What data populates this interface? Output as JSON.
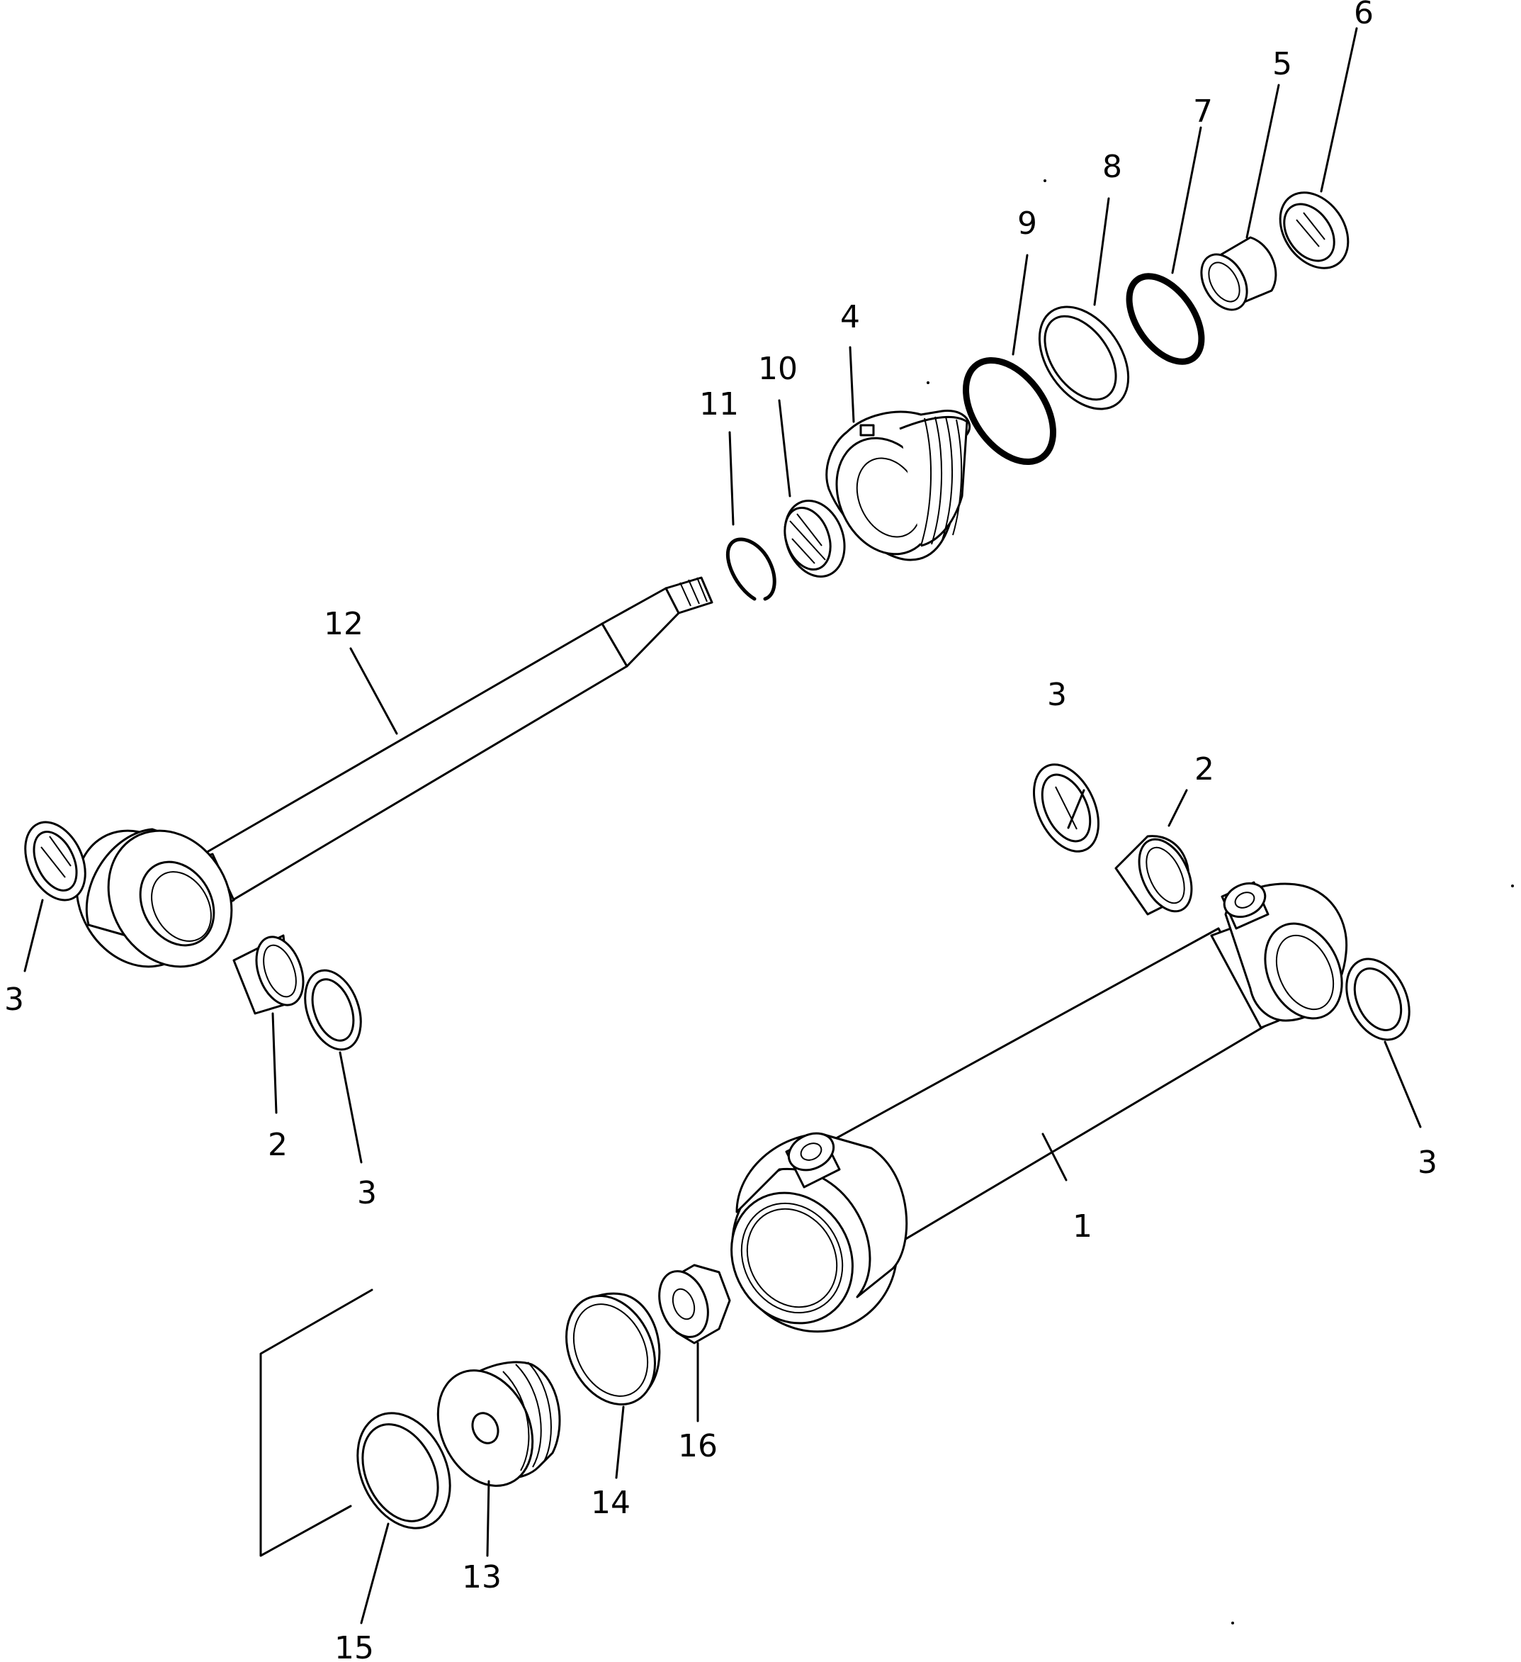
{
  "diagram": {
    "labels": {
      "p1": "1",
      "p2a": "2",
      "p2b": "2",
      "p3a": "3",
      "p3b": "3",
      "p3c": "3",
      "p3d": "3",
      "p4": "4",
      "p5": "5",
      "p6": "6",
      "p7": "7",
      "p8": "8",
      "p9": "9",
      "p10": "10",
      "p11": "11",
      "p12": "12",
      "p13": "13",
      "p14": "14",
      "p15": "15",
      "p16": "16"
    }
  }
}
